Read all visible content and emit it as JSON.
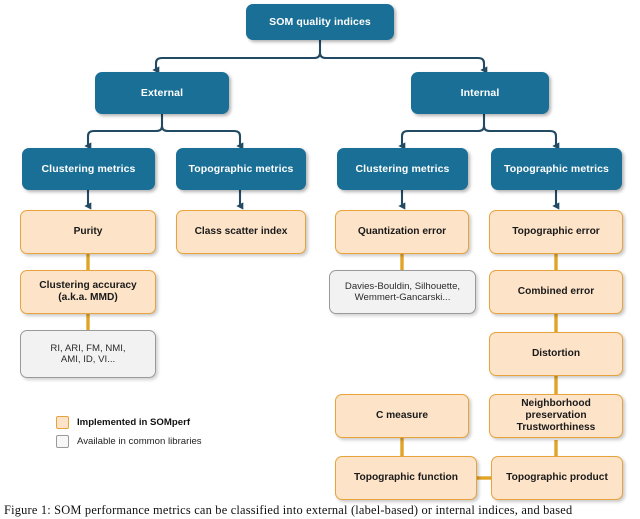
{
  "figure": {
    "caption": "Figure 1: SOM performance metrics can be classified into external (label-based) or internal indices, and based"
  },
  "colors": {
    "blue_node": "#1a6f96",
    "peach_fill": "#fde3c8",
    "peach_border": "#e8a33d",
    "grey_fill": "#f2f2f2",
    "grey_border": "#9a9a9a",
    "blue_connector": "#234a63",
    "orange_connector": "#e0a428"
  },
  "nodes": {
    "root": "SOM quality indices",
    "external": "External",
    "internal": "Internal",
    "ext_clustering": "Clustering metrics",
    "ext_topographic": "Topographic metrics",
    "int_clustering": "Clustering metrics",
    "int_topographic": "Topographic metrics",
    "purity": "Purity",
    "class_scatter_index": "Class scatter index",
    "quantization_error": "Quantization error",
    "topographic_error": "Topographic error",
    "clustering_accuracy_line1": "Clustering accuracy",
    "clustering_accuracy_line2": "(a.k.a. MMD)",
    "internal_libs_line1": "Davies-Bouldin, Silhouette,",
    "internal_libs_line2": "Wemmert-Gancarski...",
    "combined_error": "Combined error",
    "external_libs_line1": "RI, ARI, FM, NMI,",
    "external_libs_line2": "AMI, ID, VI...",
    "distortion": "Distortion",
    "c_measure": "C measure",
    "neighborhood_line1": "Neighborhood preservation",
    "neighborhood_line2": "Trustworthiness",
    "topographic_function": "Topographic function",
    "topographic_product": "Topographic product"
  },
  "legend": {
    "implemented": "Implemented in SOMperf",
    "available": "Available in common libraries"
  }
}
